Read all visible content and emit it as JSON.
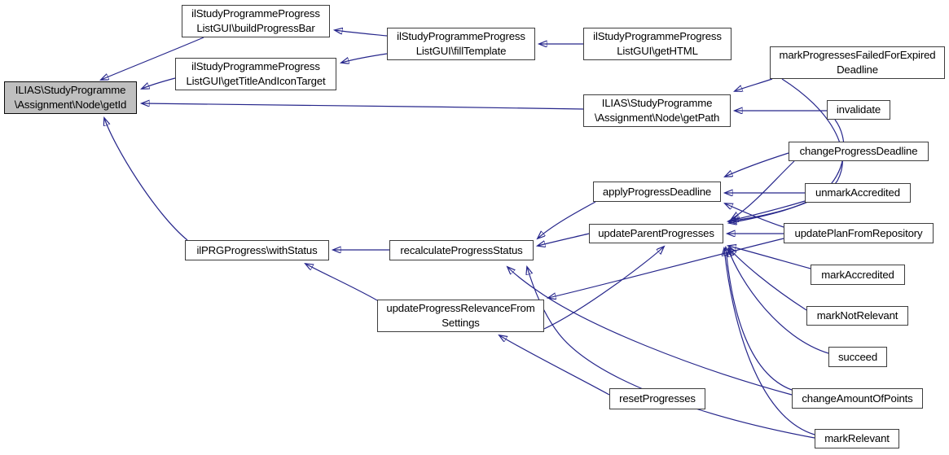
{
  "graph": {
    "type": "doxygen-caller-graph",
    "root_function": "ILIAS\\StudyProgramme\\Assignment\\Node\\getId",
    "edge_color": "#26268b",
    "node_border_color": "#3d3d3d",
    "highlight_fill": "#bfbfbf",
    "background": "#ffffff",
    "nodes": [
      {
        "id": "getId",
        "highlighted": true,
        "lines": [
          "ILIAS\\StudyProgramme",
          "\\Assignment\\Node\\getId"
        ]
      },
      {
        "id": "buildProgressBar",
        "lines": [
          "ilStudyProgrammeProgress",
          "ListGUI\\buildProgressBar"
        ]
      },
      {
        "id": "getTitleAndIconTarget",
        "lines": [
          "ilStudyProgrammeProgress",
          "ListGUI\\getTitleAndIconTarget"
        ]
      },
      {
        "id": "fillTemplate",
        "lines": [
          "ilStudyProgrammeProgress",
          "ListGUI\\fillTemplate"
        ]
      },
      {
        "id": "getHTML",
        "lines": [
          "ilStudyProgrammeProgress",
          "ListGUI\\getHTML"
        ]
      },
      {
        "id": "getPath",
        "lines": [
          "ILIAS\\StudyProgramme",
          "\\Assignment\\Node\\getPath"
        ]
      },
      {
        "id": "markProgressesFailedForExpiredDeadline",
        "lines": [
          "markProgressesFailedForExpired",
          "Deadline"
        ]
      },
      {
        "id": "invalidate",
        "lines": [
          "invalidate"
        ]
      },
      {
        "id": "changeProgressDeadline",
        "lines": [
          "changeProgressDeadline"
        ]
      },
      {
        "id": "applyProgressDeadline",
        "lines": [
          "applyProgressDeadline"
        ]
      },
      {
        "id": "unmarkAccredited",
        "lines": [
          "unmarkAccredited"
        ]
      },
      {
        "id": "updateParentProgresses",
        "lines": [
          "updateParentProgresses"
        ]
      },
      {
        "id": "updatePlanFromRepository",
        "lines": [
          "updatePlanFromRepository"
        ]
      },
      {
        "id": "markAccredited",
        "lines": [
          "markAccredited"
        ]
      },
      {
        "id": "withStatus",
        "lines": [
          "ilPRGProgress\\withStatus"
        ]
      },
      {
        "id": "recalculateProgressStatus",
        "lines": [
          "recalculateProgressStatus"
        ]
      },
      {
        "id": "markNotRelevant",
        "lines": [
          "markNotRelevant"
        ]
      },
      {
        "id": "updateProgressRelevanceFromSettings",
        "lines": [
          "updateProgressRelevanceFrom",
          "Settings"
        ]
      },
      {
        "id": "succeed",
        "lines": [
          "succeed"
        ]
      },
      {
        "id": "changeAmountOfPoints",
        "lines": [
          "changeAmountOfPoints"
        ]
      },
      {
        "id": "resetProgresses",
        "lines": [
          "resetProgresses"
        ]
      },
      {
        "id": "markRelevant",
        "lines": [
          "markRelevant"
        ]
      }
    ],
    "edges": [
      {
        "from": "fillTemplate",
        "to": "buildProgressBar"
      },
      {
        "from": "fillTemplate",
        "to": "getTitleAndIconTarget"
      },
      {
        "from": "getHTML",
        "to": "fillTemplate"
      },
      {
        "from": "buildProgressBar",
        "to": "getId"
      },
      {
        "from": "getTitleAndIconTarget",
        "to": "getId"
      },
      {
        "from": "getPath",
        "to": "getId"
      },
      {
        "from": "withStatus",
        "to": "getId"
      },
      {
        "from": "markProgressesFailedForExpiredDeadline",
        "to": "getPath"
      },
      {
        "from": "invalidate",
        "to": "getPath"
      },
      {
        "from": "recalculateProgressStatus",
        "to": "withStatus"
      },
      {
        "from": "updateProgressRelevanceFromSettings",
        "to": "withStatus"
      },
      {
        "from": "applyProgressDeadline",
        "to": "recalculateProgressStatus"
      },
      {
        "from": "updateParentProgresses",
        "to": "recalculateProgressStatus"
      },
      {
        "from": "changeAmountOfPoints",
        "to": "recalculateProgressStatus"
      },
      {
        "from": "markRelevant",
        "to": "recalculateProgressStatus"
      },
      {
        "from": "changeProgressDeadline",
        "to": "applyProgressDeadline"
      },
      {
        "from": "unmarkAccredited",
        "to": "applyProgressDeadline"
      },
      {
        "from": "updatePlanFromRepository",
        "to": "applyProgressDeadline"
      },
      {
        "from": "updatePlanFromRepository",
        "to": "updateParentProgresses"
      },
      {
        "from": "updatePlanFromRepository",
        "to": "updateProgressRelevanceFromSettings"
      },
      {
        "from": "resetProgresses",
        "to": "updateProgressRelevanceFromSettings"
      },
      {
        "from": "markProgressesFailedForExpiredDeadline",
        "to": "updateParentProgresses"
      },
      {
        "from": "invalidate",
        "to": "updateParentProgresses"
      },
      {
        "from": "changeProgressDeadline",
        "to": "updateParentProgresses"
      },
      {
        "from": "unmarkAccredited",
        "to": "updateParentProgresses"
      },
      {
        "from": "markAccredited",
        "to": "updateParentProgresses"
      },
      {
        "from": "markNotRelevant",
        "to": "updateParentProgresses"
      },
      {
        "from": "succeed",
        "to": "updateParentProgresses"
      },
      {
        "from": "changeAmountOfPoints",
        "to": "updateParentProgresses"
      },
      {
        "from": "markRelevant",
        "to": "updateParentProgresses"
      },
      {
        "from": "updateProgressRelevanceFromSettings",
        "to": "updateParentProgresses"
      }
    ]
  }
}
